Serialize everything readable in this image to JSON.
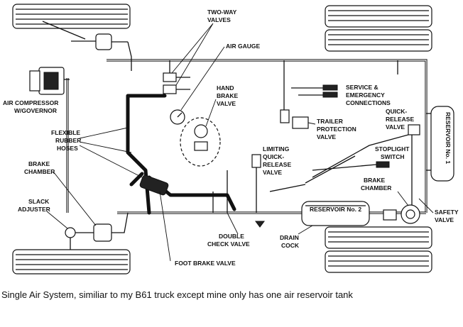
{
  "labels": {
    "two_way_valves": [
      "TWO-WAY",
      "VALVES"
    ],
    "air_gauge": "AIR GAUGE",
    "hand_brake_valve": [
      "HAND",
      "BRAKE",
      "VALVE"
    ],
    "service_emergency": [
      "SERVICE &",
      "EMERGENCY",
      "CONNECTIONS"
    ],
    "air_compressor": [
      "AIR COMPRESSOR",
      "W/GOVERNOR"
    ],
    "flexible_hoses": [
      "FLEXIBLE",
      "RUBBER",
      "HOSES"
    ],
    "trailer_protection": [
      "TRAILER",
      "PROTECTION",
      "VALVE"
    ],
    "quick_release": [
      "QUICK-",
      "RELEASE",
      "VALVE"
    ],
    "reservoir_1": "RESERVOIR No. 1",
    "limiting_quick_release": [
      "LIMITING",
      "QUICK-",
      "RELEASE",
      "VALVE"
    ],
    "stoplight_switch": [
      "STOPLIGHT",
      "SWITCH"
    ],
    "brake_chamber_left": [
      "BRAKE",
      "CHAMBER"
    ],
    "brake_chamber_right": [
      "BRAKE",
      "CHAMBER"
    ],
    "slack_adjuster": [
      "SLACK",
      "ADJUSTER"
    ],
    "reservoir_2": "RESERVOIR No. 2",
    "safety_valve": [
      "SAFETY",
      "VALVE"
    ],
    "double_check": [
      "DOUBLE",
      "CHECK VALVE"
    ],
    "drain_cock": [
      "DRAIN",
      "COCK"
    ],
    "foot_brake": "FOOT BRAKE VALVE"
  },
  "caption": "Single Air System, similiar to my B61 truck except mine only has one air reservoir tank"
}
